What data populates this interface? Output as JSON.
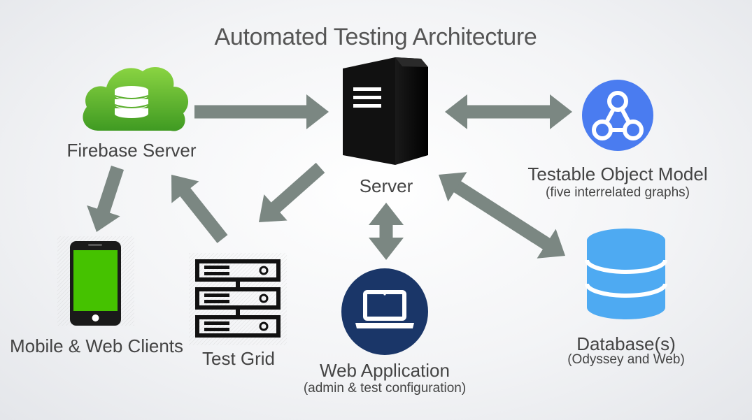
{
  "title": "Automated Testing Architecture",
  "colors": {
    "arrow": "#7b8782",
    "cloud_green": "#56b12f",
    "phone_screen": "#45c200",
    "object_model_blue": "#4a7cf0",
    "database_blue": "#4eaaf2",
    "laptop_navy": "#1a3668"
  },
  "nodes": {
    "firebase_server": {
      "label": "Firebase Server",
      "icon": "cloud-database-icon"
    },
    "server": {
      "label": "Server",
      "icon": "server-tower-icon"
    },
    "testable_object_model": {
      "label": "Testable Object Model",
      "sublabel": "(five interrelated graphs)",
      "icon": "graph-network-icon"
    },
    "mobile_web_clients": {
      "label": "Mobile & Web Clients",
      "icon": "smartphone-icon"
    },
    "test_grid": {
      "label": "Test Grid",
      "icon": "server-rack-icon"
    },
    "web_application": {
      "label": "Web Application",
      "sublabel": "(admin & test configuration)",
      "icon": "laptop-icon"
    },
    "databases": {
      "label": "Database(s)",
      "sublabel": "(Odyssey and Web)",
      "icon": "database-icon"
    }
  },
  "edges": [
    {
      "from": "firebase_server",
      "to": "server",
      "direction": "one-way"
    },
    {
      "from": "server",
      "to": "testable_object_model",
      "direction": "two-way"
    },
    {
      "from": "firebase_server",
      "to": "mobile_web_clients",
      "direction": "one-way"
    },
    {
      "from": "test_grid",
      "to": "firebase_server",
      "direction": "one-way"
    },
    {
      "from": "server",
      "to": "test_grid",
      "direction": "one-way"
    },
    {
      "from": "server",
      "to": "web_application",
      "direction": "two-way"
    },
    {
      "from": "server",
      "to": "databases",
      "direction": "two-way"
    }
  ]
}
